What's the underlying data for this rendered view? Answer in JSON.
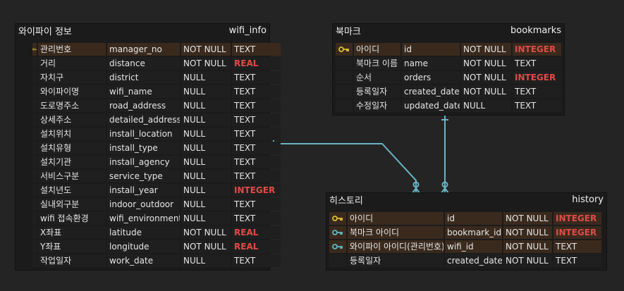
{
  "colors": {
    "background": "#242424",
    "table_bg": "#1b1b1b",
    "key_row_bg": "#3a2a1d",
    "pk_icon": "#e0c030",
    "fk_icon": "#5fb8c4",
    "highlight_type": "#e24a47",
    "connector": "#6ab4c4"
  },
  "tables": {
    "wifi_info": {
      "label": "와이파이 정보",
      "name": "wifi_info",
      "rows": [
        {
          "label": "관리번호",
          "column": "manager_no",
          "nullability": "NOT NULL",
          "type": "TEXT",
          "key": "pk",
          "icon": "key-icon",
          "type_highlight": false
        },
        {
          "label": "거리",
          "column": "distance",
          "nullability": "NOT NULL",
          "type": "REAL",
          "key": "",
          "icon": "",
          "type_highlight": true
        },
        {
          "label": "자치구",
          "column": "district",
          "nullability": "NULL",
          "type": "TEXT",
          "key": "",
          "icon": "",
          "type_highlight": false
        },
        {
          "label": "와이파이명",
          "column": "wifi_name",
          "nullability": "NULL",
          "type": "TEXT",
          "key": "",
          "icon": "",
          "type_highlight": false
        },
        {
          "label": "도로명주소",
          "column": "road_address",
          "nullability": "NULL",
          "type": "TEXT",
          "key": "",
          "icon": "",
          "type_highlight": false
        },
        {
          "label": "상세주소",
          "column": "detailed_address",
          "nullability": "NULL",
          "type": "TEXT",
          "key": "",
          "icon": "",
          "type_highlight": false
        },
        {
          "label": "설치위치",
          "column": "install_location",
          "nullability": "NULL",
          "type": "TEXT",
          "key": "",
          "icon": "",
          "type_highlight": false
        },
        {
          "label": "설치유형",
          "column": "install_type",
          "nullability": "NULL",
          "type": "TEXT",
          "key": "",
          "icon": "",
          "type_highlight": false
        },
        {
          "label": "설치기관",
          "column": "install_agency",
          "nullability": "NULL",
          "type": "TEXT",
          "key": "",
          "icon": "",
          "type_highlight": false
        },
        {
          "label": "서비스구분",
          "column": "service_type",
          "nullability": "NULL",
          "type": "TEXT",
          "key": "",
          "icon": "",
          "type_highlight": false
        },
        {
          "label": "설치년도",
          "column": "install_year",
          "nullability": "NULL",
          "type": "INTEGER",
          "key": "",
          "icon": "",
          "type_highlight": true
        },
        {
          "label": "실내외구분",
          "column": "indoor_outdoor",
          "nullability": "NULL",
          "type": "TEXT",
          "key": "",
          "icon": "",
          "type_highlight": false
        },
        {
          "label": "wifi 접속환경",
          "column": "wifi_environment",
          "nullability": "NULL",
          "type": "TEXT",
          "key": "",
          "icon": "",
          "type_highlight": false
        },
        {
          "label": "X좌표",
          "column": "latitude",
          "nullability": "NOT NULL",
          "type": "REAL",
          "key": "",
          "icon": "",
          "type_highlight": true
        },
        {
          "label": "Y좌표",
          "column": "longitude",
          "nullability": "NOT NULL",
          "type": "REAL",
          "key": "",
          "icon": "",
          "type_highlight": true
        },
        {
          "label": "작업일자",
          "column": "work_date",
          "nullability": "NULL",
          "type": "TEXT",
          "key": "",
          "icon": "",
          "type_highlight": false
        }
      ]
    },
    "bookmarks": {
      "label": "북마크",
      "name": "bookmarks",
      "rows": [
        {
          "label": "아이디",
          "column": "id",
          "nullability": "NOT NULL",
          "type": "INTEGER",
          "key": "pk",
          "icon": "key-icon",
          "type_highlight": true
        },
        {
          "label": "북마크 이름",
          "column": "name",
          "nullability": "NOT NULL",
          "type": "TEXT",
          "key": "",
          "icon": "",
          "type_highlight": false
        },
        {
          "label": "순서",
          "column": "orders",
          "nullability": "NOT NULL",
          "type": "INTEGER",
          "key": "",
          "icon": "",
          "type_highlight": true
        },
        {
          "label": "등록일자",
          "column": "created_date",
          "nullability": "NOT NULL",
          "type": "TEXT",
          "key": "",
          "icon": "",
          "type_highlight": false
        },
        {
          "label": "수정일자",
          "column": "updated_date",
          "nullability": "NULL",
          "type": "TEXT",
          "key": "",
          "icon": "",
          "type_highlight": false
        }
      ]
    },
    "history": {
      "label": "히스토리",
      "name": "history",
      "rows": [
        {
          "label": "아이디",
          "column": "id",
          "nullability": "NOT NULL",
          "type": "INTEGER",
          "key": "pk",
          "icon": "key-icon",
          "type_highlight": true
        },
        {
          "label": "북마크 아이디",
          "column": "bookmark_id",
          "nullability": "NOT NULL",
          "type": "INTEGER",
          "key": "fk",
          "icon": "foreign-key-icon",
          "type_highlight": true
        },
        {
          "label": "와이파이 아이디(관리번호)",
          "column": "wifi_id",
          "nullability": "NOT NULL",
          "type": "TEXT",
          "key": "fk",
          "icon": "foreign-key-icon",
          "type_highlight": false
        },
        {
          "label": "등록일자",
          "column": "created_date",
          "nullability": "NOT NULL",
          "type": "TEXT",
          "key": "",
          "icon": "",
          "type_highlight": false
        }
      ]
    }
  }
}
